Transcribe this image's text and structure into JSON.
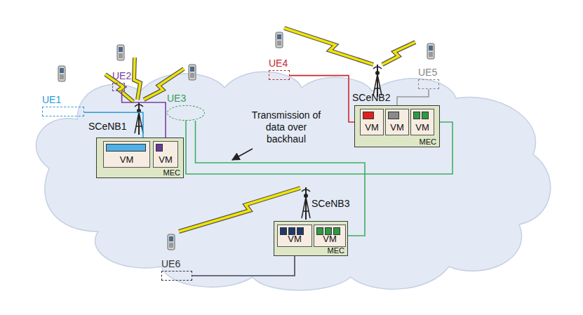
{
  "diagram": {
    "nodes": [
      {
        "text": [
          "MEC"
        ]
      },
      {
        "text": [
          "VM"
        ],
        "in": 0
      },
      {
        "text": [
          "VM"
        ],
        "in": 0
      },
      {
        "text": [
          "MEC"
        ]
      },
      {
        "text": [
          "VM"
        ],
        "in": 3
      },
      {
        "text": [
          "VM"
        ],
        "in": 3
      },
      {
        "text": [
          "VM"
        ],
        "in": 3
      },
      {
        "text": [
          "MEC"
        ]
      },
      {
        "text": [
          "VM"
        ],
        "in": 7
      },
      {
        "text": [
          "VM"
        ],
        "in": 7
      },
      {
        "text": [
          "UE1"
        ]
      },
      {
        "text": [
          "UE2"
        ]
      },
      {
        "text": [
          "UE3"
        ]
      },
      {
        "text": [
          "UE4"
        ]
      },
      {
        "text": [
          "UE5"
        ]
      },
      {
        "text": [
          "UE6"
        ]
      }
    ],
    "edges": [
      {
        "from": 10,
        "to": 1,
        "arrow": "none"
      },
      {
        "from": 11,
        "to": 2,
        "arrow": "none"
      },
      {
        "from": 12,
        "to": 6,
        "arrow": "none"
      },
      {
        "from": 12,
        "to": 9,
        "arrow": "none"
      },
      {
        "from": 13,
        "to": 4,
        "arrow": "none"
      },
      {
        "from": 14,
        "to": 5,
        "arrow": "none"
      },
      {
        "from": 15,
        "to": 8,
        "arrow": "none"
      }
    ],
    "labels": [
      "SCeNB1",
      "SCeNB2",
      "SCeNB3",
      "Transmission of data over backhaul"
    ]
  }
}
